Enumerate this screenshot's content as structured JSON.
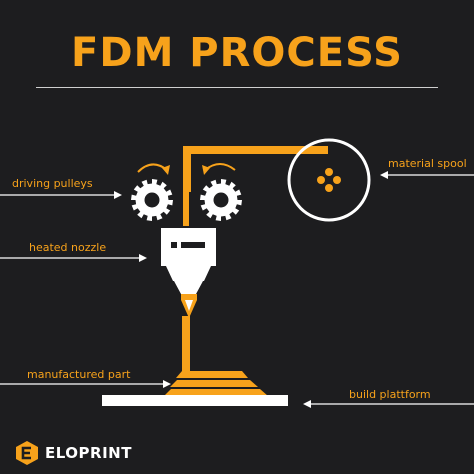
{
  "title": "FDM PROCESS",
  "labels": {
    "driving_pulleys": "driving pulleys",
    "heated_nozzle": "heated nozzle",
    "material_spool": "material spool",
    "manufactured_part": "manufactured part",
    "build_platform": "build plattform"
  },
  "brand": {
    "name": "ELOPRINT",
    "logo_icon": "eloprint-logo-icon"
  },
  "colors": {
    "background": "#1d1d1f",
    "accent": "#f7a21b",
    "white": "#ffffff"
  }
}
